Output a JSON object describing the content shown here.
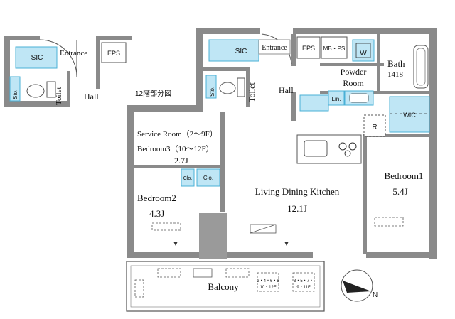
{
  "inset": {
    "sic": "SIC",
    "entrance": "Entrance",
    "eps": "EPS",
    "sto": "Sto.",
    "toilet": "Toilet",
    "hall": "Hall",
    "floor_note": "12階部分図"
  },
  "rooms": {
    "sic": "SIC",
    "entrance": "Entrance",
    "eps": "EPS",
    "mbps": "MB・PS",
    "washer": "W",
    "bath": "Bath",
    "bath_size": "1418",
    "powder_room_1": "Powder",
    "powder_room_2": "Room",
    "sto": "Sto.",
    "toilet": "Toilet",
    "hall": "Hall",
    "lin": "Lin.",
    "wic": "WIC",
    "refrigerator": "R",
    "service_room": "Service Room（2～9F）",
    "bedroom3": "Bedroom3（10～12F）",
    "bedroom3_size": "2.7J",
    "clo1": "Clo.",
    "clo2": "Clo.",
    "bedroom2": "Bedroom2",
    "bedroom2_size": "4.3J",
    "ldk": "Living Dining Kitchen",
    "ldk_size": "12.1J",
    "bedroom1": "Bedroom1",
    "bedroom1_size": "5.4J",
    "balcony": "Balcony"
  },
  "balcony_notes": {
    "note_a_1": "2・4・6・8",
    "note_a_2": "10・12F",
    "note_b_1": "3・5・7・",
    "note_b_2": "9・11F"
  },
  "compass": {
    "north": "N"
  },
  "colors": {
    "wall": "#8a8a8a",
    "line": "#333333",
    "fixture": "#bfe6f5",
    "fixture_edge": "#4ab0d6"
  }
}
